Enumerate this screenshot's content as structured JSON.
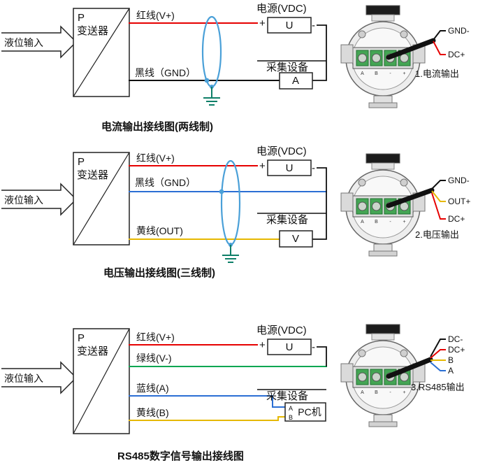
{
  "colors": {
    "red": "#e60000",
    "black": "#111111",
    "blue": "#2b6fd4",
    "yellow": "#e6b800",
    "green": "#00a651",
    "shield": "#4aa0d8",
    "ground": "#0e7f68"
  },
  "d1": {
    "input": "液位输入",
    "box_p": "P",
    "box_name": "变送器",
    "wire1": "红线(V+)",
    "wire2": "黑线（GND）",
    "power_title": "电源(VDC)",
    "power_unit": "U",
    "plus": "+",
    "minus": "-",
    "collector_title": "采集设备",
    "collector_unit": "A",
    "caption": "电流输出接线图(两线制)"
  },
  "d2": {
    "input": "液位输入",
    "box_p": "P",
    "box_name": "变送器",
    "wire1": "红线(V+)",
    "wire2": "黑线（GND）",
    "wire3": "黄线(OUT)",
    "power_title": "电源(VDC)",
    "power_unit": "U",
    "plus": "+",
    "minus": "-",
    "collector_title": "采集设备",
    "collector_unit": "V",
    "caption": "电压输出接线图(三线制)"
  },
  "d3": {
    "input": "液位输入",
    "box_p": "P",
    "box_name": "变送器",
    "wire1": "红线(V+)",
    "wire2": "绿线(V-)",
    "wire3": "蓝线(A)",
    "wire4": "黄线(B)",
    "power_title": "电源(VDC)",
    "power_unit": "U",
    "plus": "+",
    "minus": "-",
    "collector_title": "采集设备",
    "pc_label": "PC机",
    "pc_pin_a": "A",
    "pc_pin_b": "B",
    "caption": "RS485数字信号输出接线图"
  },
  "device_terminal_marks": [
    "A",
    "B",
    "-",
    "+"
  ],
  "dev1": {
    "pin1": "GND-",
    "pin2": "DC+",
    "caption": "1.电流输出"
  },
  "dev2": {
    "pin1": "GND-",
    "pin2": "OUT+",
    "pin3": "DC+",
    "caption": "2.电压输出"
  },
  "dev3": {
    "pin1": "DC-",
    "pin2": "DC+",
    "pin3": "B",
    "pin4": "A",
    "caption": "3.RS485输出"
  }
}
